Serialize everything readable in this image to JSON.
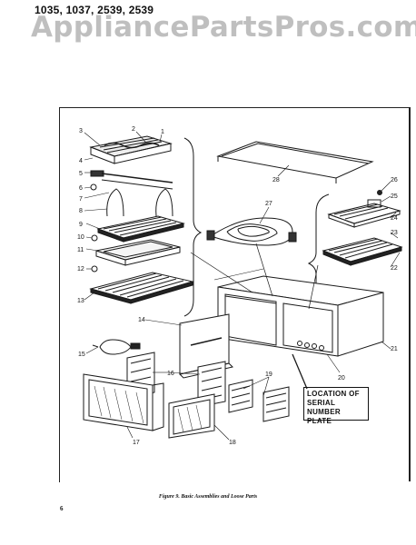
{
  "header": {
    "models": "1035, 1037, 2539, 2539",
    "watermark": "AppliancePartsPros.com"
  },
  "callouts": [
    "1",
    "2",
    "3",
    "4",
    "5",
    "6",
    "7",
    "8",
    "9",
    "10",
    "11",
    "12",
    "13",
    "14",
    "15",
    "16",
    "17",
    "18",
    "19",
    "20",
    "21",
    "22",
    "23",
    "24",
    "25",
    "26",
    "27",
    "28"
  ],
  "serial_plate": {
    "line1": "LOCATION OF",
    "line2": "SERIAL NUMBER",
    "line3": "PLATE"
  },
  "caption": "Figure 9.  Basic Assemblies and Loose Parts",
  "page_number": "6"
}
